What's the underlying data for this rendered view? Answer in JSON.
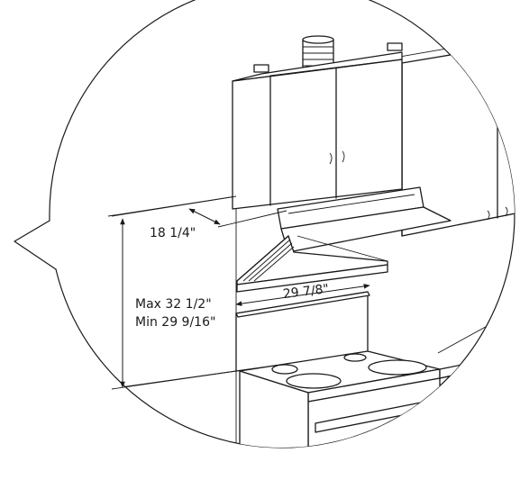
{
  "dimensions": {
    "depth_label": "18 1/4\"",
    "width_label": "29 7/8\"",
    "height_max_label": "Max 32 1/2\"",
    "height_min_label": "Min 29 9/16\""
  },
  "colors": {
    "line": "#1a1a1a",
    "background": "#ffffff"
  }
}
